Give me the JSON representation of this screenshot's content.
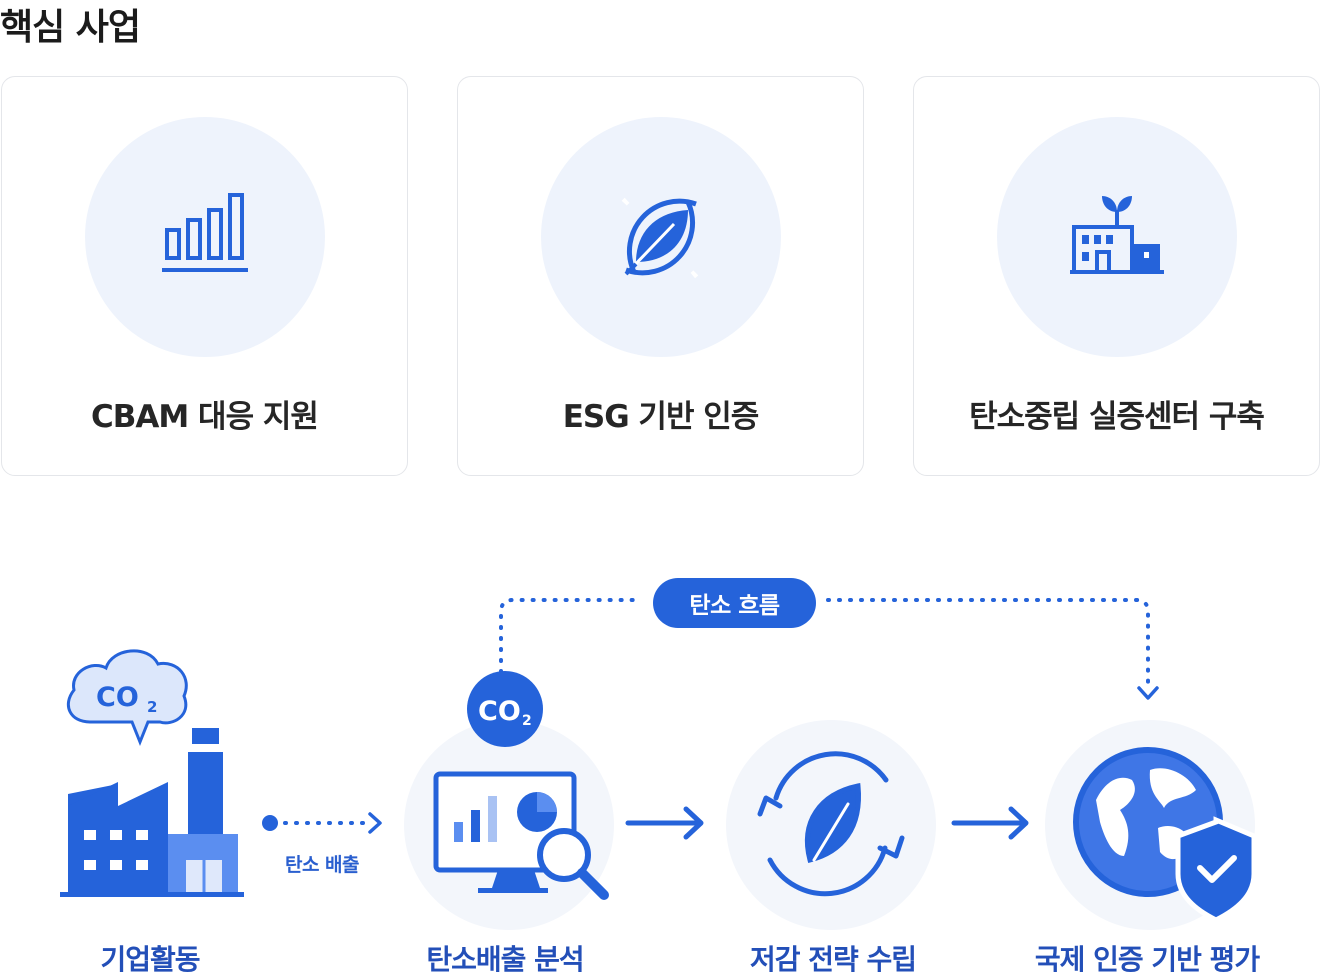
{
  "section": {
    "title": "핵심 사업"
  },
  "cards": [
    {
      "label": "CBAM 대응 지원",
      "icon": "bar-chart-icon"
    },
    {
      "label": "ESG 기반 인증",
      "icon": "leaf-circle-icon"
    },
    {
      "label": "탄소중립 실증센터 구축",
      "icon": "factory-sprout-icon"
    }
  ],
  "flow": {
    "loop_label": "탄소 흐름",
    "emission_label": "탄소 배출",
    "co2_text": "CO",
    "co2_sub": "2",
    "stages": [
      {
        "label": "기업활동",
        "icon": "factory-icon"
      },
      {
        "label": "탄소배출 분석",
        "icon": "monitor-analysis-icon"
      },
      {
        "label": "저감 전략 수립",
        "icon": "leaf-cycle-icon"
      },
      {
        "label": "국제 인증 기반 평가",
        "icon": "globe-shield-icon"
      }
    ]
  },
  "colors": {
    "accent": "#2563da",
    "accent_light": "#5b8ef0",
    "circle_bg": "#eef3fc",
    "label_blue": "#234fb8"
  }
}
